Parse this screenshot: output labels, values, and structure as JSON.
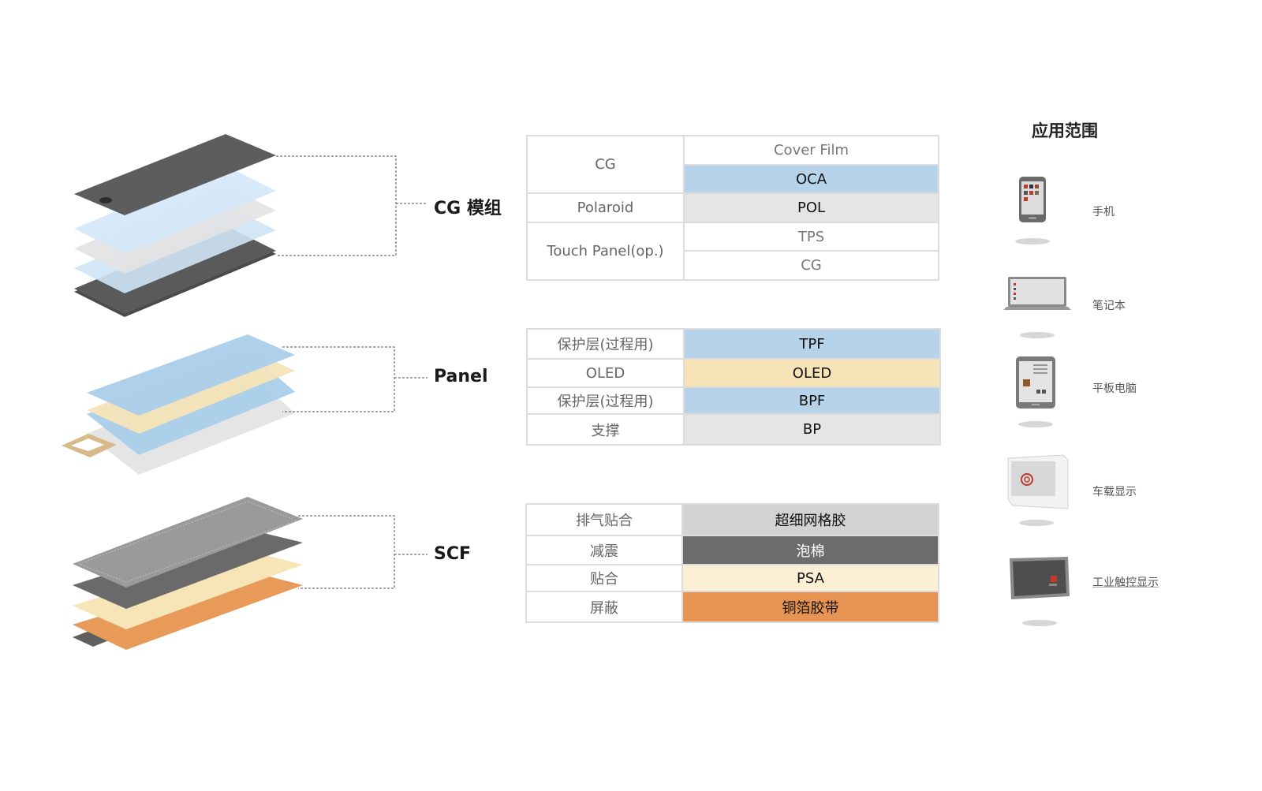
{
  "groups": [
    {
      "label": "CG 模组",
      "rows": [
        {
          "label": "CG",
          "values": [
            "Cover Film",
            "OCA"
          ]
        },
        {
          "label": "Polaroid",
          "values": [
            "POL"
          ]
        },
        {
          "label": "Touch Panel(op.)",
          "values": [
            "TPS",
            "CG"
          ]
        }
      ]
    },
    {
      "label": "Panel",
      "rows": [
        {
          "label": "保护层(过程用)",
          "values": [
            "TPF"
          ]
        },
        {
          "label": "OLED",
          "values": [
            "OLED"
          ]
        },
        {
          "label": "保护层(过程用)",
          "values": [
            "BPF"
          ]
        },
        {
          "label": "支撑",
          "values": [
            "BP"
          ]
        }
      ]
    },
    {
      "label": "SCF",
      "rows": [
        {
          "label": "排气贴合",
          "values": [
            "超细网格胶"
          ]
        },
        {
          "label": "减震",
          "values": [
            "泡棉"
          ]
        },
        {
          "label": "贴合",
          "values": [
            "PSA"
          ]
        },
        {
          "label": "屏蔽",
          "values": [
            "铜箔胶带"
          ]
        }
      ]
    }
  ],
  "colors": {
    "blue": "#b6d3ea",
    "grey": "#e6e5e6",
    "cream": "#f6e4b8",
    "light_cream": "#fbf0d3",
    "mid_grey": "#d3d3d3",
    "dark_grey": "#6c6c6c",
    "orange": "#e79453",
    "white": "#ffffff"
  },
  "applications": {
    "title": "应用范围",
    "items": [
      {
        "label": "手机",
        "icon": "phone-icon"
      },
      {
        "label": "笔记本",
        "icon": "laptop-icon"
      },
      {
        "label": "平板电脑",
        "icon": "tablet-icon"
      },
      {
        "label": "车载显示",
        "icon": "car-display-icon"
      },
      {
        "label": "工业触控显示",
        "icon": "industrial-display-icon"
      }
    ]
  }
}
